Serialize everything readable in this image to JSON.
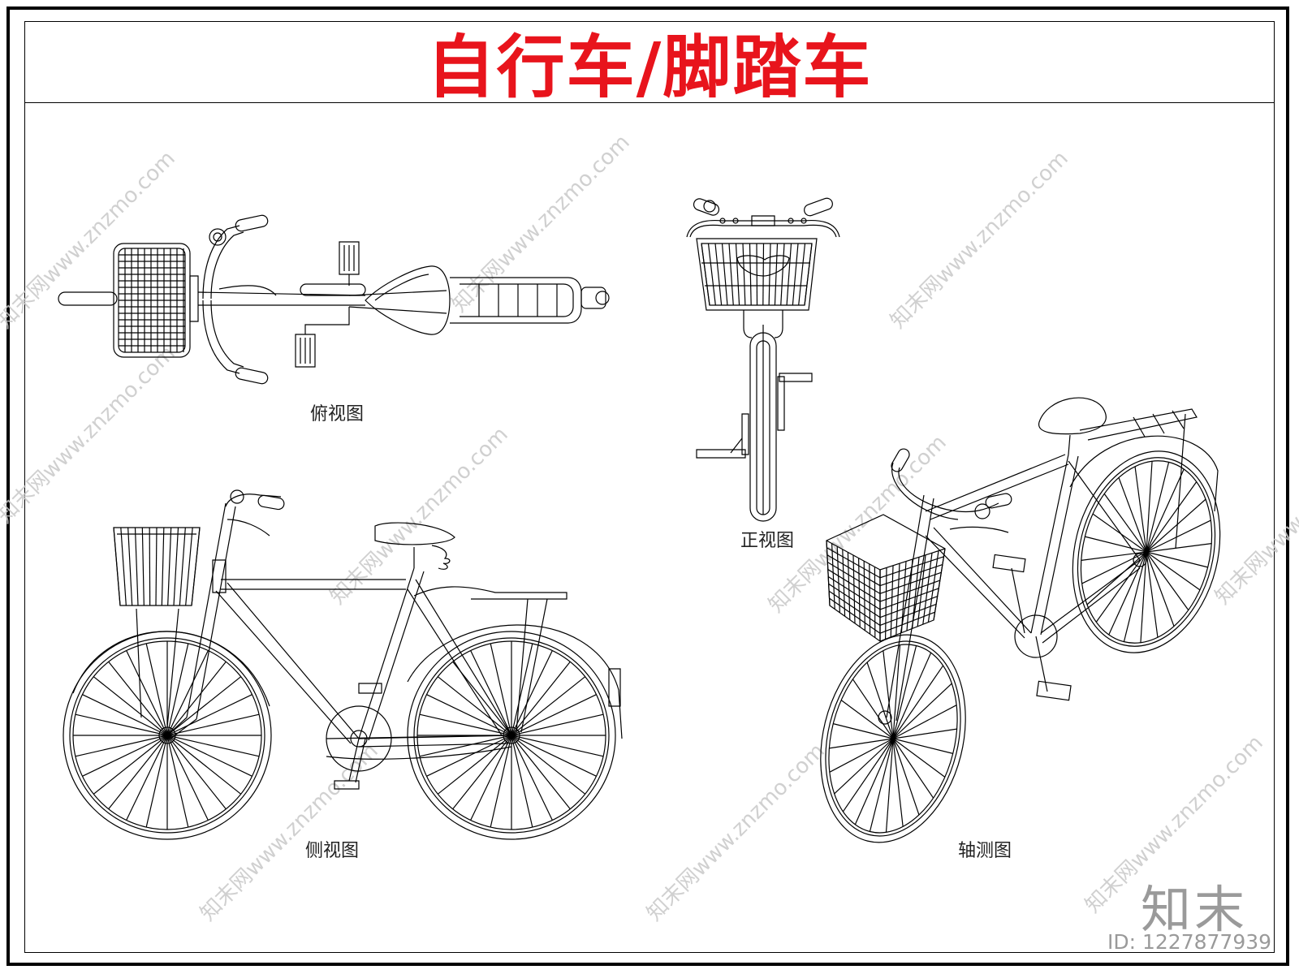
{
  "title": "自行车/脚踏车",
  "colors": {
    "title": "#e8141c",
    "line": "#000000",
    "watermark": "#c8c8c8"
  },
  "views": {
    "top": {
      "label": "俯视图"
    },
    "front": {
      "label": "正视图"
    },
    "side": {
      "label": "侧视图"
    },
    "axon": {
      "label": "轴测图"
    }
  },
  "watermark": {
    "text": "知末网www.znzmo.com",
    "logo": "知末",
    "id": "ID: 1227877939"
  }
}
